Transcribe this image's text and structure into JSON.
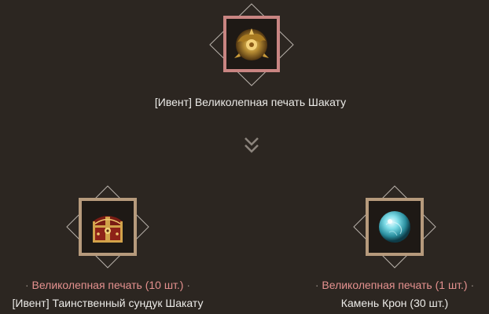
{
  "source_item": {
    "name": "[Ивент] Великолепная печать Шакату",
    "icon": "golden-seal-icon",
    "frame_color": "#c98582"
  },
  "transition_icon": "double-chevron-down-icon",
  "results": [
    {
      "grade_label": "Великолепная печать (10 шт.)",
      "separator": "·",
      "name": "[Ивент] Таинственный сундук Шакату",
      "icon": "treasure-chest-icon",
      "frame_color": "#b69a7c"
    },
    {
      "grade_label": "Великолепная печать (1 шт.)",
      "separator": "·",
      "name": "Камень Крон (30 шт.)",
      "icon": "kron-stone-icon",
      "frame_color": "#b69a7c"
    }
  ],
  "colors": {
    "background": "#2c2621",
    "text": "#ecebe8",
    "accent": "#e5918f",
    "diamond": "#b9b2ab"
  }
}
